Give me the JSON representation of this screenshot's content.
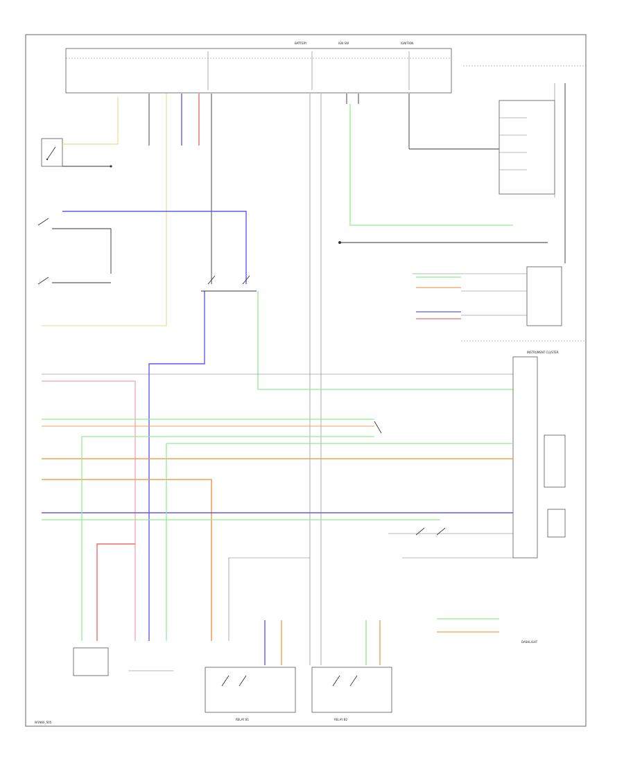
{
  "colors": {
    "blue": "#5b5bf0",
    "red": "#f06a6a",
    "green": "#90ee90",
    "orange": "#f5a050",
    "pink": "#f5a0b5",
    "yellow": "#f0d890",
    "black": "#333333"
  },
  "labels": {
    "footer": "W1N60_S05",
    "instrument_cluster": "INSTRUMENT CLUSTER",
    "note": "DASHLIGHT",
    "top_conn_1": "BATTERY",
    "top_conn_2": "IGN SW",
    "top_conn_3": "IGNITION",
    "relay_left": "RELAY B1",
    "relay_right": "RELAY B2"
  }
}
